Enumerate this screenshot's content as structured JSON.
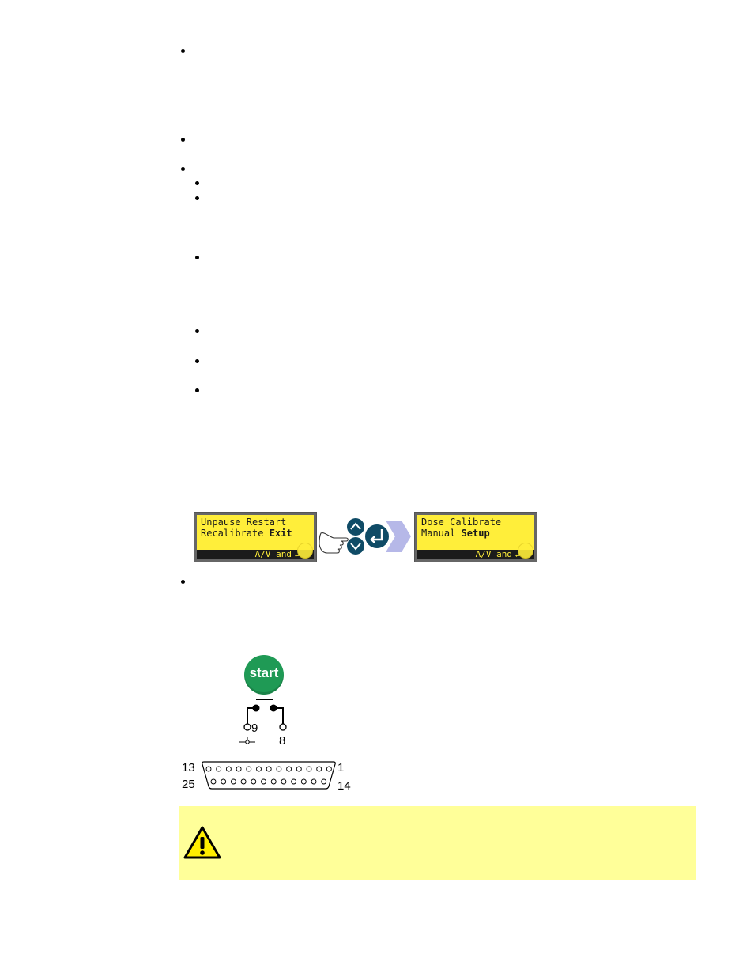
{
  "lcd_left": {
    "line1": "Unpause Restart",
    "line2_normal": "Recalibrate ",
    "line2_bold": "Exit",
    "footer": "Λ/V and",
    "enter_symbol": "↵"
  },
  "lcd_right": {
    "line1": "Dose Calibrate",
    "line2_normal": "Manual ",
    "line2_bold": "Setup",
    "footer": "Λ/V and",
    "enter_symbol": "↵"
  },
  "start_button": {
    "label": "start",
    "color": "#1f9a55"
  },
  "switch": {
    "pin_left": "9",
    "pin_right": "8"
  },
  "connector": {
    "top_left": "13",
    "top_right": "1",
    "bottom_left": "25",
    "bottom_right": "14"
  },
  "colors": {
    "lcd_screen": "#ffee3a",
    "keypad": "#0f4b66",
    "warning_bg": "#ffff99"
  }
}
